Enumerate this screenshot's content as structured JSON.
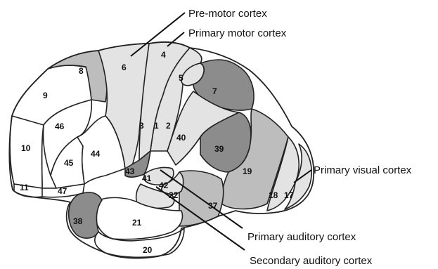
{
  "callouts": {
    "premotor": "Pre-motor cortex",
    "primary_motor": "Primary motor cortex",
    "primary_visual": "Primary visual cortex",
    "primary_auditory": "Primary auditory cortex",
    "secondary_auditory": "Secondary auditory cortex"
  },
  "areas": {
    "a1": "1",
    "a2": "2",
    "a3": "3",
    "a4": "4",
    "a5": "5",
    "a6": "6",
    "a7": "7",
    "a8": "8",
    "a9": "9",
    "a10": "10",
    "a11": "11",
    "a17": "17",
    "a18": "18",
    "a19": "19",
    "a20": "20",
    "a21": "21",
    "a22": "22",
    "a37": "37",
    "a38": "38",
    "a39": "39",
    "a40": "40",
    "a41": "41",
    "a42": "42",
    "a43": "43",
    "a44": "44",
    "a45": "45",
    "a46": "46",
    "a47": "47"
  },
  "colors": {
    "white": "#ffffff",
    "light_gray": "#e3e3e3",
    "mid_gray": "#bdbdbd",
    "dark_gray": "#8c8c8c"
  }
}
